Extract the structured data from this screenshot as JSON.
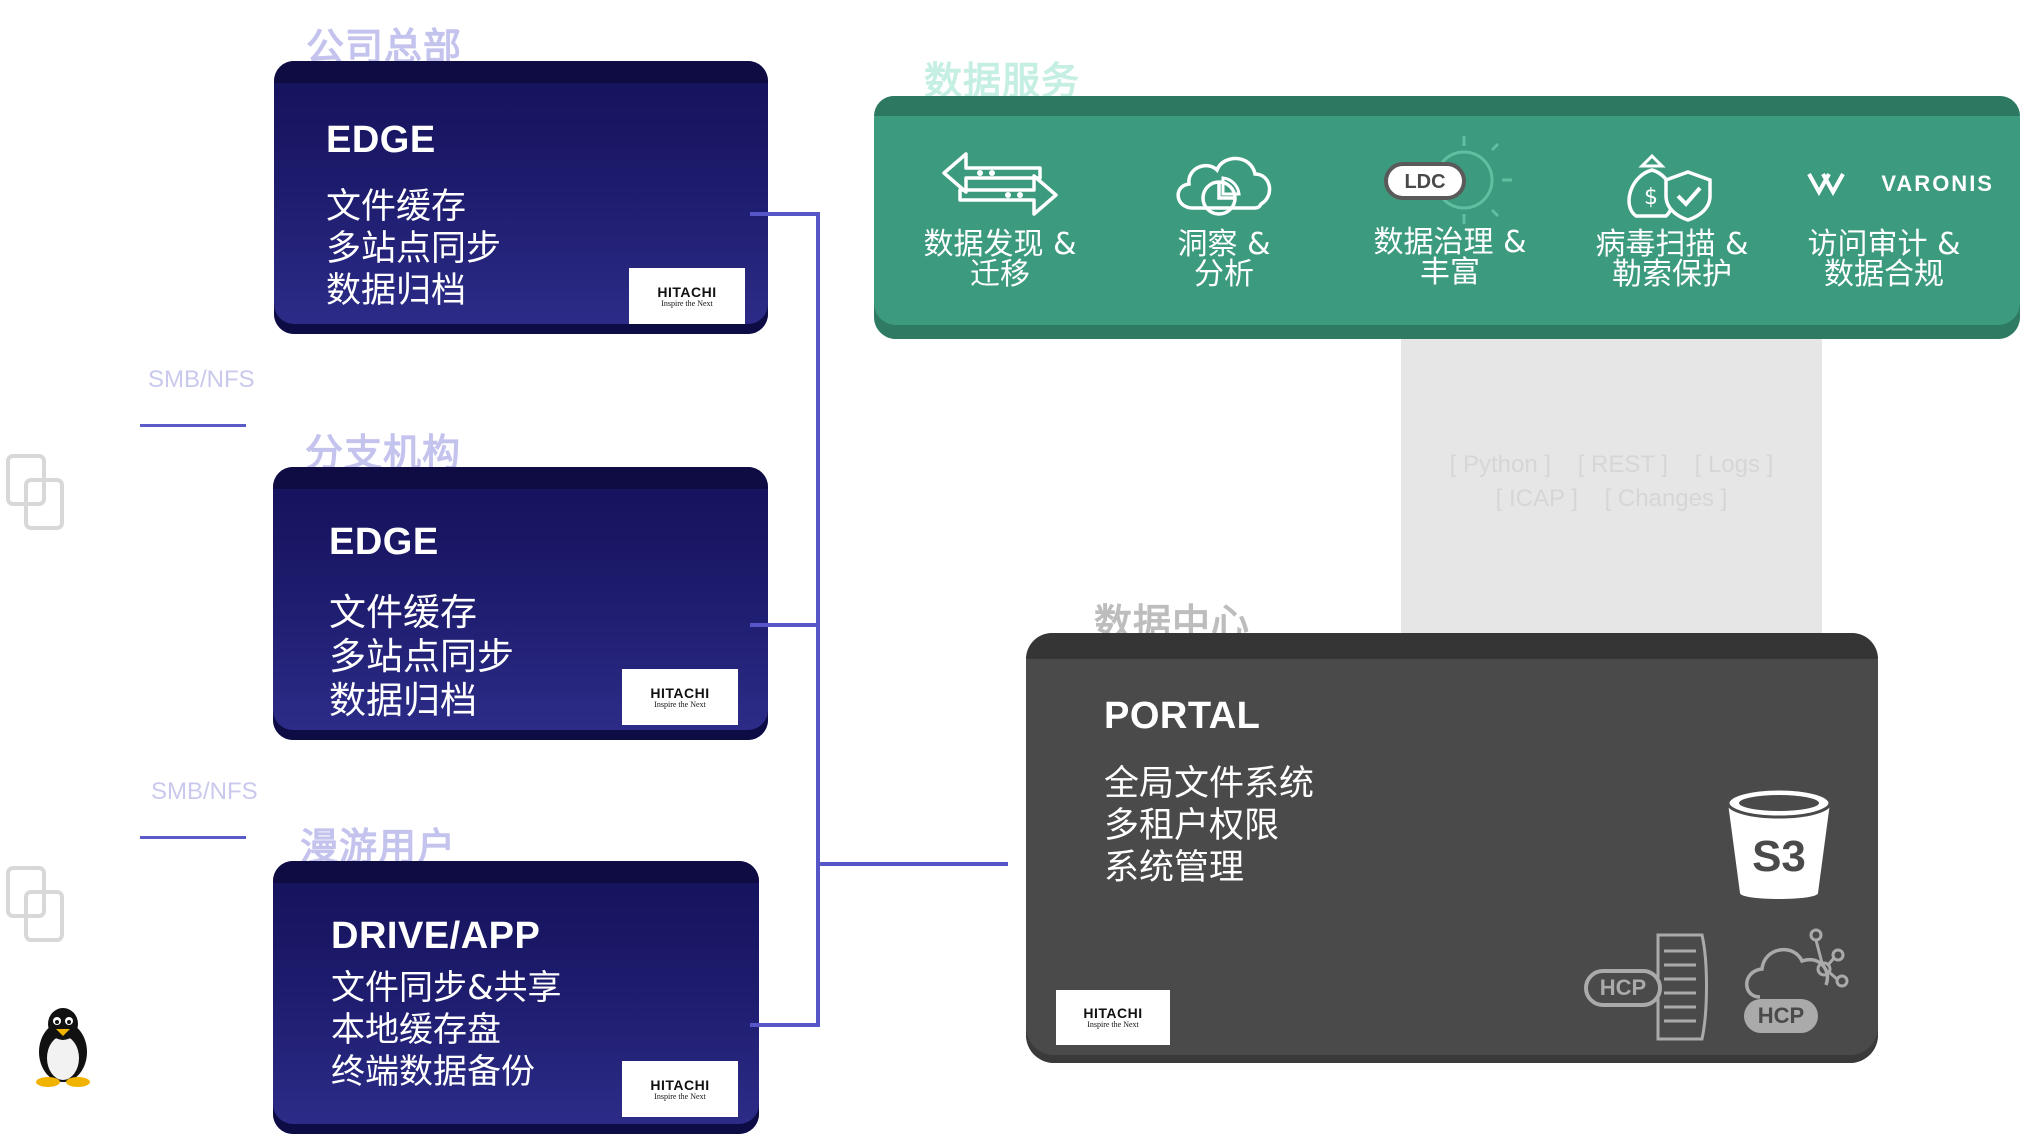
{
  "sections": {
    "hq": "公司总部",
    "branch": "分支机构",
    "roaming": "漫游用户",
    "data_services": "数据服务",
    "data_center": "数据中心"
  },
  "protocols": {
    "first": "SMB/NFS",
    "second": "SMB/NFS"
  },
  "cards": {
    "hq": {
      "title": "EDGE",
      "lines": [
        "文件缓存",
        "多站点同步",
        "数据归档"
      ]
    },
    "branch": {
      "title": "EDGE",
      "lines": [
        "文件缓存",
        "多站点同步",
        "数据归档"
      ]
    },
    "roaming": {
      "title": "DRIVE/APP",
      "lines": [
        "文件同步&共享",
        "本地缓存盘",
        "终端数据备份"
      ]
    }
  },
  "hitachi": {
    "brand": "HITACHI",
    "tagline": "Inspire the Next"
  },
  "services": [
    {
      "icon": "data-migration-icon",
      "line1": "数据发现 &",
      "line2": "迁移"
    },
    {
      "icon": "cloud-analytics-icon",
      "line1": "洞察 &",
      "line2": "分析"
    },
    {
      "icon": "ldc-gear-icon",
      "badge": "LDC",
      "line1": "数据治理 &",
      "line2": "丰富"
    },
    {
      "icon": "virus-shield-icon",
      "line1": "病毒扫描 &",
      "line2": "勒索保护"
    },
    {
      "icon": "varonis-logo",
      "brand": "VARONIS",
      "line1": "访问审计 &",
      "line2": "数据合规"
    }
  ],
  "apis": {
    "row1": [
      "[ Python ]",
      "[ REST ]",
      "[ Logs ]"
    ],
    "row2": [
      "[ ICAP ]",
      "[ Changes ]"
    ]
  },
  "portal": {
    "title": "PORTAL",
    "lines": [
      "全局文件系统",
      "多租户权限",
      "系统管理"
    ],
    "s3_label": "S3",
    "hcp_label": "HCP",
    "hcp_cloud_label": "HCP"
  },
  "colors": {
    "edge_card": "#1d1b6c",
    "services_band": "#3c9a7e",
    "portal": "#4a4a4a",
    "connector": "#5656c8"
  }
}
